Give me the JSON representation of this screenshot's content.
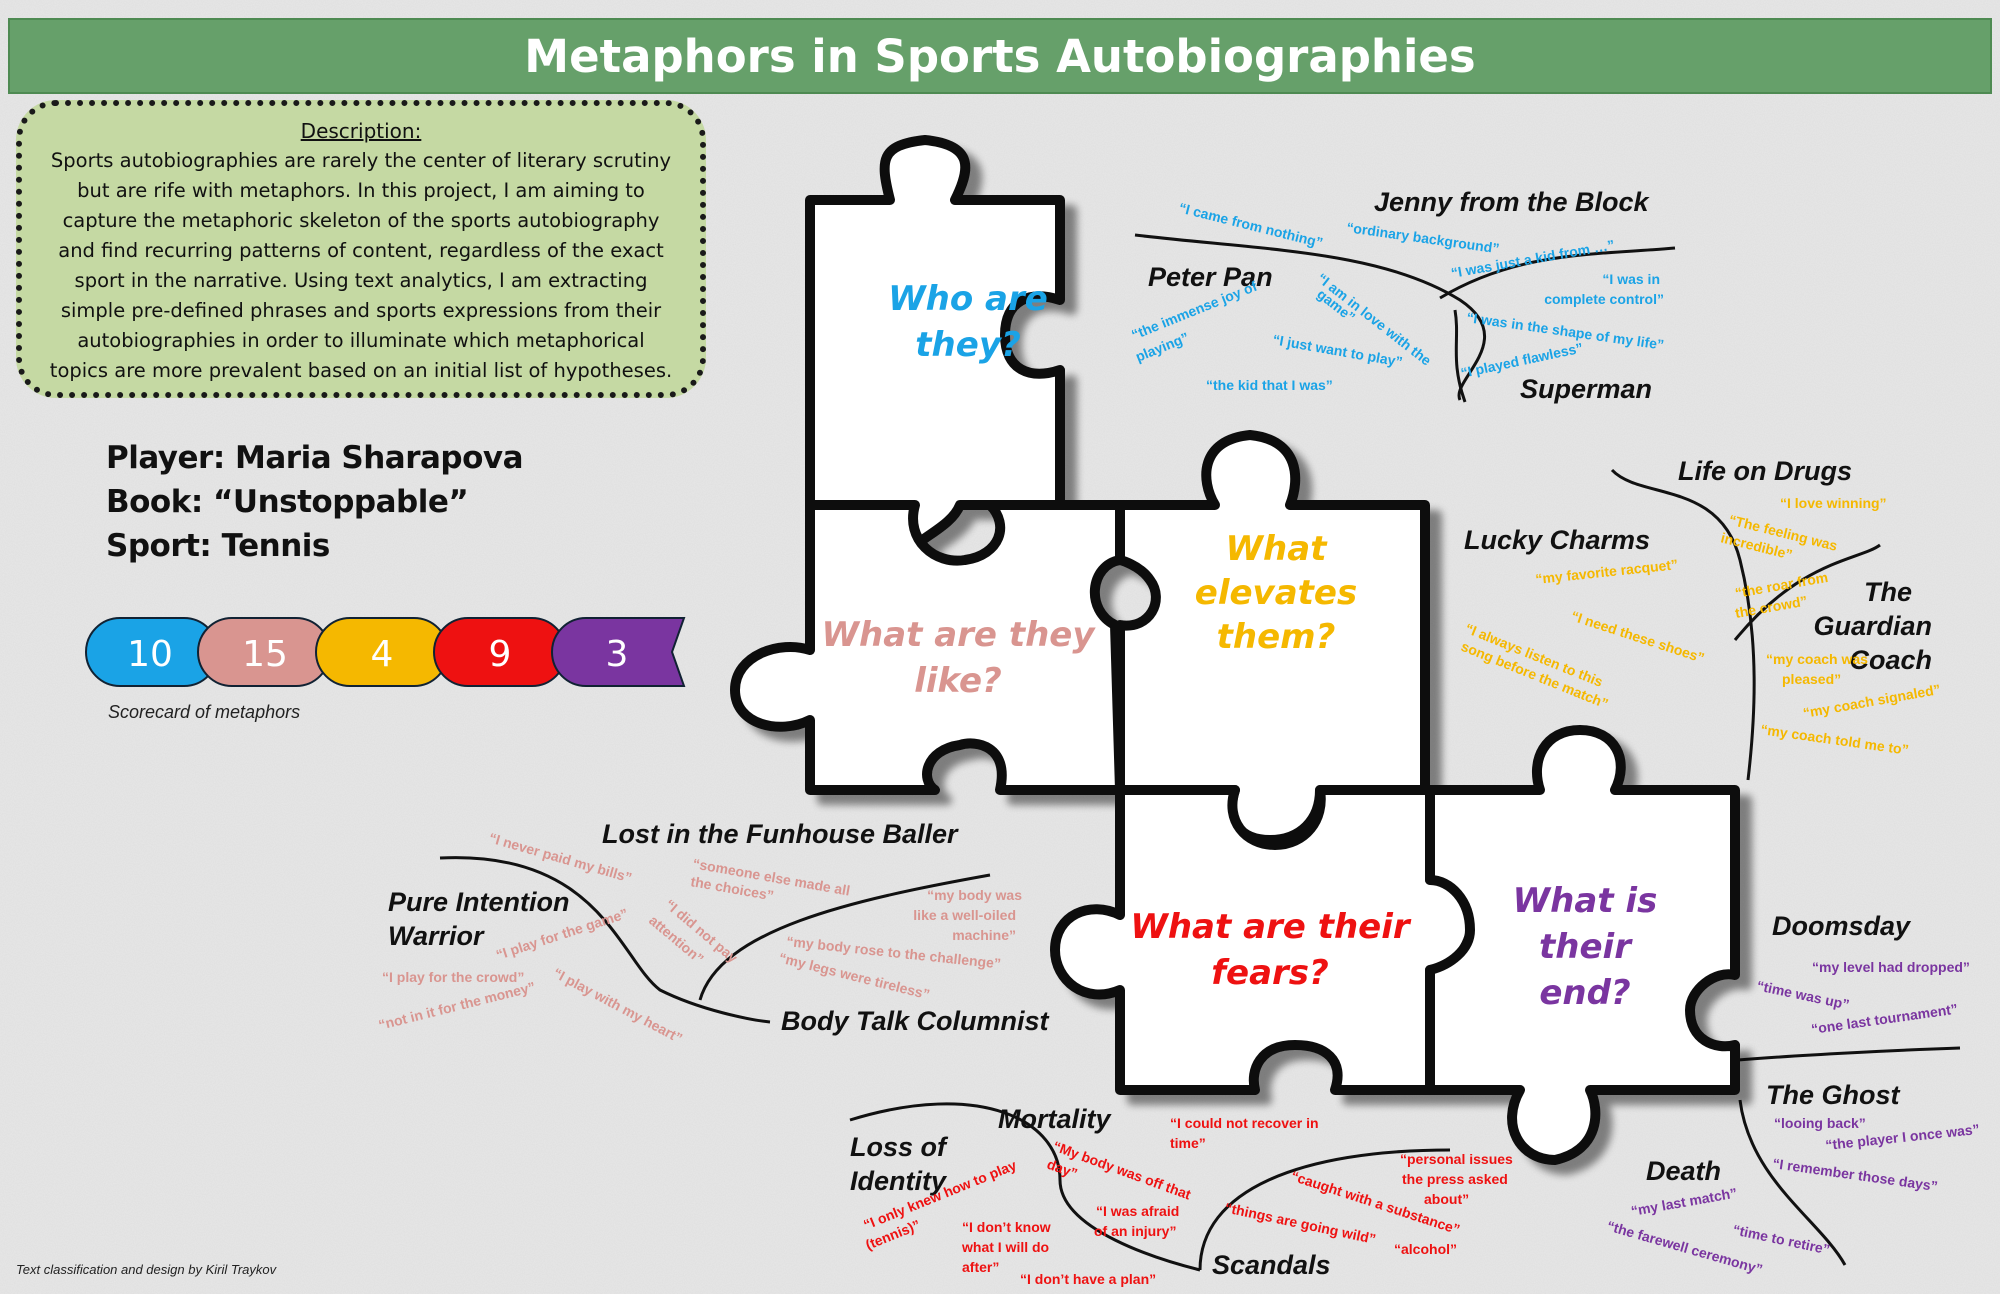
{
  "title": "Metaphors in Sports Autobiographies",
  "description": {
    "heading": "Description:",
    "body": "Sports autobiographies are rarely the center of literary scrutiny but are rife with metaphors. In this project, I am aiming to capture the metaphoric skeleton of the sports autobiography and find recurring patterns of content, regardless of the exact sport in the narrative. Using text analytics, I am extracting simple pre-defined phrases and sports expressions from their autobiographies in order to illuminate which metaphorical topics are more prevalent based on an initial list of hypotheses."
  },
  "player": {
    "player_line": "Player: Maria Sharapova",
    "book_line": "Book: “Unstoppable”",
    "sport_line": "Sport: Tennis"
  },
  "scorecard": {
    "caption": "Scorecard of metaphors",
    "items": [
      {
        "value": "10",
        "color": "#1aa3e6"
      },
      {
        "value": "15",
        "color": "#d99590"
      },
      {
        "value": "4",
        "color": "#f5b800"
      },
      {
        "value": "9",
        "color": "#ee1111"
      },
      {
        "value": "3",
        "color": "#7a35a0"
      }
    ]
  },
  "questions": {
    "who": {
      "line1": "Who are",
      "line2": "they?",
      "color": "#1aa3e6"
    },
    "like": {
      "line1": "What are they",
      "line2": "like?",
      "color": "#d99590"
    },
    "elevates": {
      "line1": "What",
      "line2": "elevates",
      "line3": "them?",
      "color": "#f5b800"
    },
    "fears": {
      "line1": "What are their",
      "line2": "fears?",
      "color": "#ee1111"
    },
    "end": {
      "line1": "What is",
      "line2": "their",
      "line3": "end?",
      "color": "#7a35a0"
    }
  },
  "labels": {
    "jenny": "Jenny from the Block",
    "peter_pan": "Peter Pan",
    "superman": "Superman",
    "life_on_drugs": "Life on Drugs",
    "lucky_charms": "Lucky Charms",
    "guardian_1": "The",
    "guardian_2": "Guardian",
    "guardian_3": "Coach",
    "funhouse": "Lost in the Funhouse Baller",
    "pure_1": "Pure Intention",
    "pure_2": "Warrior",
    "body_talk": "Body Talk Columnist",
    "doomsday": "Doomsday",
    "ghost": "The Ghost",
    "death": "Death",
    "mortality": "Mortality",
    "loss_1": "Loss of",
    "loss_2": "Identity",
    "scandals": "Scandals"
  },
  "phrases": {
    "blue": [
      "“I came from nothing”",
      "“ordinary background”",
      "“I was just a kid from …”",
      "“I was in",
      "complete control”",
      "“I am in love with the",
      "game”",
      "“the immense joy of",
      "playing”",
      "“I just want to play”",
      "“I was in the shape of my life”",
      "“I played flawless”",
      "“the kid that I was”"
    ],
    "pink": [
      "“I never paid my bills”",
      "“someone else made all",
      "the choices”",
      "“I did not pay",
      "attention”",
      "“I play for the game”",
      "“I play for the crowd”",
      "“not in it for the money”",
      "“I play with my heart”",
      "“my body was",
      "like a well-oiled",
      "machine”",
      "“my body rose to the challenge”",
      "“my legs were tireless”"
    ],
    "yellow": [
      "“I love winning”",
      "“The feeling was",
      "incredible”",
      "“the roar from",
      "the crowd”",
      "“my favorite racquet”",
      "“I need these shoes”",
      "“I always listen to this",
      "song before the match”",
      "“my coach was",
      "pleased”",
      "“my coach signaled”",
      "“my coach told me to”"
    ],
    "red": [
      "“I could not recover in",
      "time”",
      "“My body was off that",
      "day”",
      "“I only knew how to play",
      "(tennis)”",
      "“I don’t know",
      "what I will do",
      "after”",
      "“I was afraid",
      "of an injury”",
      "“I don’t have a plan”",
      "“personal issues",
      "the press asked",
      "about”",
      "“caught with a substance”",
      "“things are going wild”",
      "“alcohol”"
    ],
    "purple": [
      "“my level had dropped”",
      "“time was up”",
      "“one last tournament”",
      "“looing back”",
      "“the player I once was”",
      "“I remember those days”",
      "“my last match”",
      "“time to retire”",
      "“the farewell ceremony”"
    ]
  },
  "credit": "Text classification and design by Kiril Traykov"
}
